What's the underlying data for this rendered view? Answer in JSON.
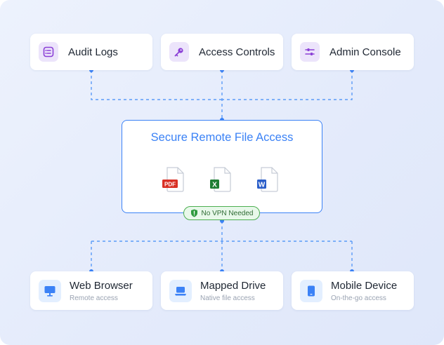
{
  "top_nodes": [
    {
      "label": "Audit Logs",
      "icon": "audit-log-icon"
    },
    {
      "label": "Access Controls",
      "icon": "key-icon"
    },
    {
      "label": "Admin Console",
      "icon": "sliders-icon"
    }
  ],
  "hub": {
    "title": "Secure Remote File Access",
    "files": [
      {
        "tag": "PDF",
        "icon": "pdf-file-icon",
        "color": "#d93025"
      },
      {
        "tag": "X",
        "icon": "excel-file-icon",
        "color": "#1e7e34"
      },
      {
        "tag": "W",
        "icon": "word-file-icon",
        "color": "#2b5ec9"
      }
    ],
    "badge": {
      "label": "No VPN Needed",
      "icon": "shield-icon"
    }
  },
  "bottom_nodes": [
    {
      "label": "Web Browser",
      "sublabel": "Remote access",
      "icon": "monitor-icon"
    },
    {
      "label": "Mapped Drive",
      "sublabel": "Native file access",
      "icon": "laptop-icon"
    },
    {
      "label": "Mobile Device",
      "sublabel": "On-the-go access",
      "icon": "tablet-icon"
    }
  ],
  "colors": {
    "accent": "#3b82f6",
    "connector": "#5b9bf8",
    "top_icon_color": "#8b3fd6",
    "bottom_icon_color": "#3b82f6",
    "badge_green": "#4caf50"
  }
}
